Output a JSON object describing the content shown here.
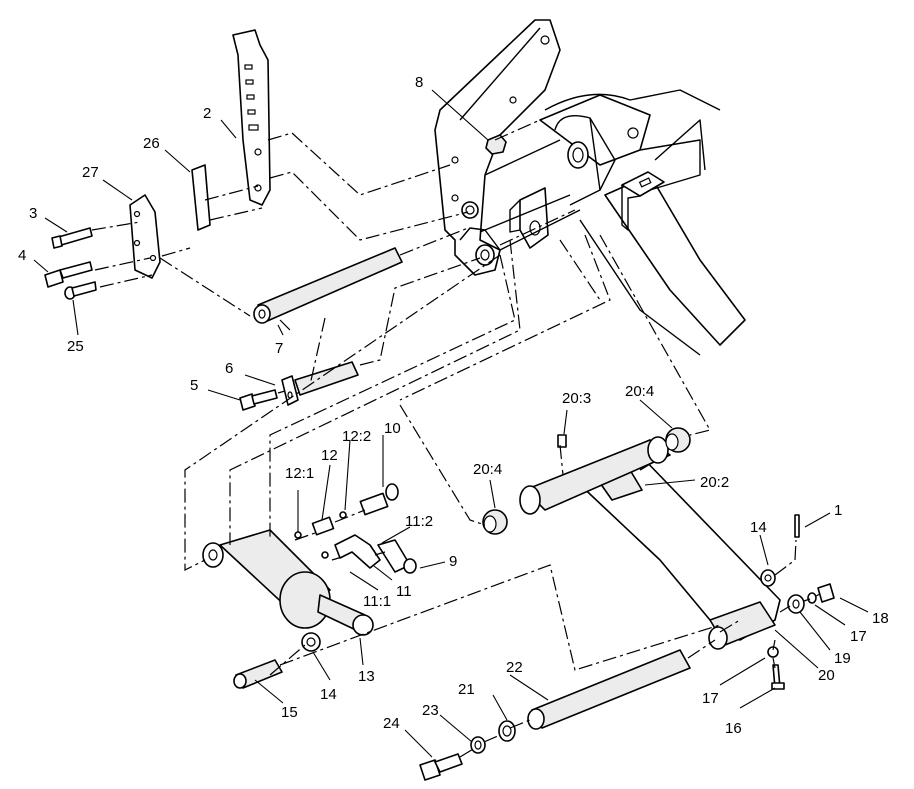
{
  "callouts": {
    "c1": "1",
    "c2": "2",
    "c3": "3",
    "c4": "4",
    "c5": "5",
    "c6": "6",
    "c7": "7",
    "c8": "8",
    "c9": "9",
    "c10": "10",
    "c11": "11",
    "c11_1": "11:1",
    "c11_2": "11:2",
    "c12": "12",
    "c12_1": "12:1",
    "c12_2": "12:2",
    "c13": "13",
    "c14a": "14",
    "c14b": "14",
    "c15": "15",
    "c16": "16",
    "c17a": "17",
    "c17b": "17",
    "c18": "18",
    "c19": "19",
    "c20": "20",
    "c20_2": "20:2",
    "c20_3": "20:3",
    "c20_4a": "20:4",
    "c20_4b": "20:4",
    "c21": "21",
    "c22": "22",
    "c23": "23",
    "c24": "24",
    "c25": "25",
    "c26": "26",
    "c27": "27"
  }
}
